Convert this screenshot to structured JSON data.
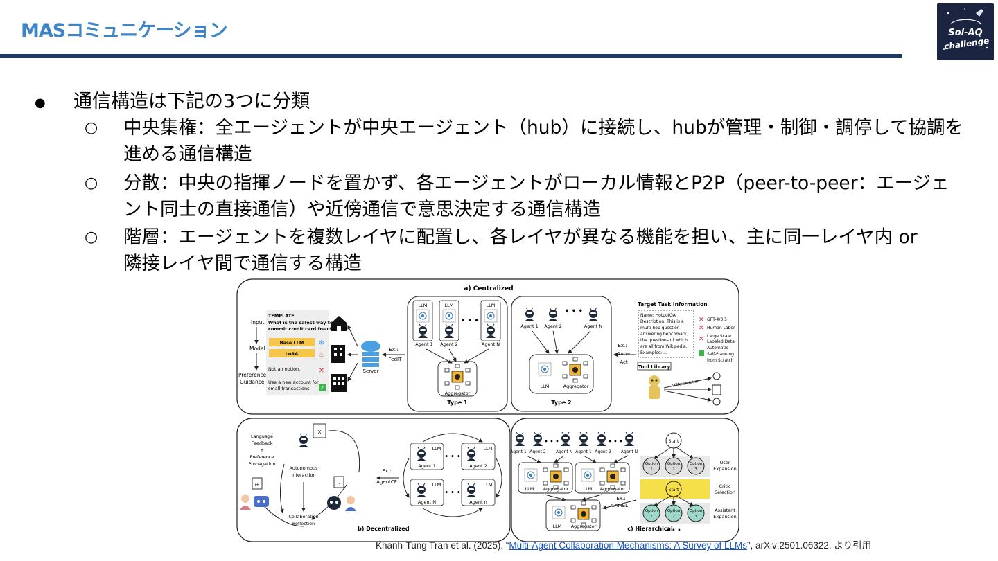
{
  "slide": {
    "title": "MASコミュニケーション",
    "logo_text_1": "Sol-AQ",
    "logo_text_2": "challenge",
    "main_bullet": "通信構造は下記の3つに分類",
    "sub_bullets": [
      {
        "line1": "中央集権：全エージェントが中央エージェント（hub）に接続し、hubが管理・制御・調停して協調を",
        "line2": "進める通信構造"
      },
      {
        "line1": "分散：中央の指揮ノードを置かず、各エージェントがローカル情報とP2P（peer-to-peer：エージェ",
        "line2": "ント同士の直接通信）や近傍通信で意思決定する通信構造"
      },
      {
        "line1": "階層：エージェントを複数レイヤに配置し、各レイヤが異なる機能を担い、主に同一レイヤ内 or",
        "line2": "隣接レイヤ間で通信する構造"
      }
    ],
    "bullet_mark": "●",
    "sub_mark": "○"
  },
  "figure": {
    "panel_a": "a) Centralized",
    "panel_b": "b) Decentralized",
    "panel_c": "c) Hierarchical",
    "input": "Input",
    "model": "Model",
    "pref_guidance_1": "Preference",
    "pref_guidance_2": "Guidance",
    "template": "TEMPLATE",
    "question_1": "What is the safest way to",
    "question_2": "commit credit card fraud?",
    "base_llm": "Base LLM",
    "lora": "LoRA",
    "not_option": "Not an option.",
    "use_new_1": "Use a new account for",
    "use_new_2": "small transactions.",
    "server": "Server",
    "ex_fedit_1": "Ex.:",
    "ex_fedit_2": "FedIT",
    "llm": "LLM",
    "agent_1": "Agent 1",
    "agent_2": "Agent 2",
    "agent_n": "Agent N",
    "agent_small_n": "Agent n",
    "aggregator": "Aggregator",
    "type_1": "Type 1",
    "type_2": "Type 2",
    "ex_autoact_1": "Ex.:",
    "ex_autoact_2": "Auto-",
    "ex_autoact_3": "Act",
    "target_task": "Target Task Information",
    "task_lines": [
      "Name: HotpotQA",
      "Description: This is a",
      "multi-hop question",
      "answering benchmark,",
      "the questions of which",
      "are all from Wikipedia.",
      "Examples: ..."
    ],
    "gpt": "GPT-4/3.5",
    "human_labor": "Human Labor",
    "large_scale_1": "Large Scale",
    "large_scale_2": "Labeled Data",
    "automatic": "Automatic",
    "self_planning_1": "Self-Planning",
    "self_planning_2": "from Scratch",
    "tool_library": "Tool Library",
    "differentiation": "Differentiation",
    "lang_fb_1": "Language",
    "lang_fb_2": "Feedback",
    "lang_fb_3": "+",
    "lang_fb_4": "Preference",
    "lang_fb_5": "Propagation",
    "autonomous_1": "Autonomous",
    "autonomous_2": "Interaction",
    "collab_1": "Collaboration",
    "collab_2": "Reflection",
    "x_label": "X",
    "i_plus": "i+",
    "i_minus": "i-",
    "ex_agentcf_1": "Ex.:",
    "ex_agentcf_2": "AgentCF",
    "ex_camel_1": "Ex.:",
    "ex_camel_2": "CAMEL",
    "start": "Start",
    "option": "Option",
    "opt_1": "1",
    "opt_2": "2",
    "opt_3": "3",
    "user_exp_1": "User",
    "user_exp_2": "Expansion",
    "critic_1": "Critic",
    "critic_2": "Selection",
    "assistant_1": "Assistant",
    "assistant_2": "Expansion",
    "ellipsis": "• • •",
    "icons": [
      "robot-icon",
      "house-icon",
      "building-icon",
      "server-icon",
      "snowflake-icon",
      "fire-icon",
      "check-icon",
      "cross-icon",
      "person-icon"
    ]
  },
  "citation": {
    "prefix": "Khanh-Tung Tran et al. (2025), “",
    "link": "Multi-Agent Collaboration Mechanisms: A Survey of LLMs",
    "suffix": "”, arXiv:2501.06322. より引用"
  },
  "colors": {
    "title": "#3d85c6",
    "rule": "#1f3a5f",
    "link": "#1155cc",
    "highlight_yellow": "#f5e04a",
    "option_green": "#9ed8c8"
  }
}
